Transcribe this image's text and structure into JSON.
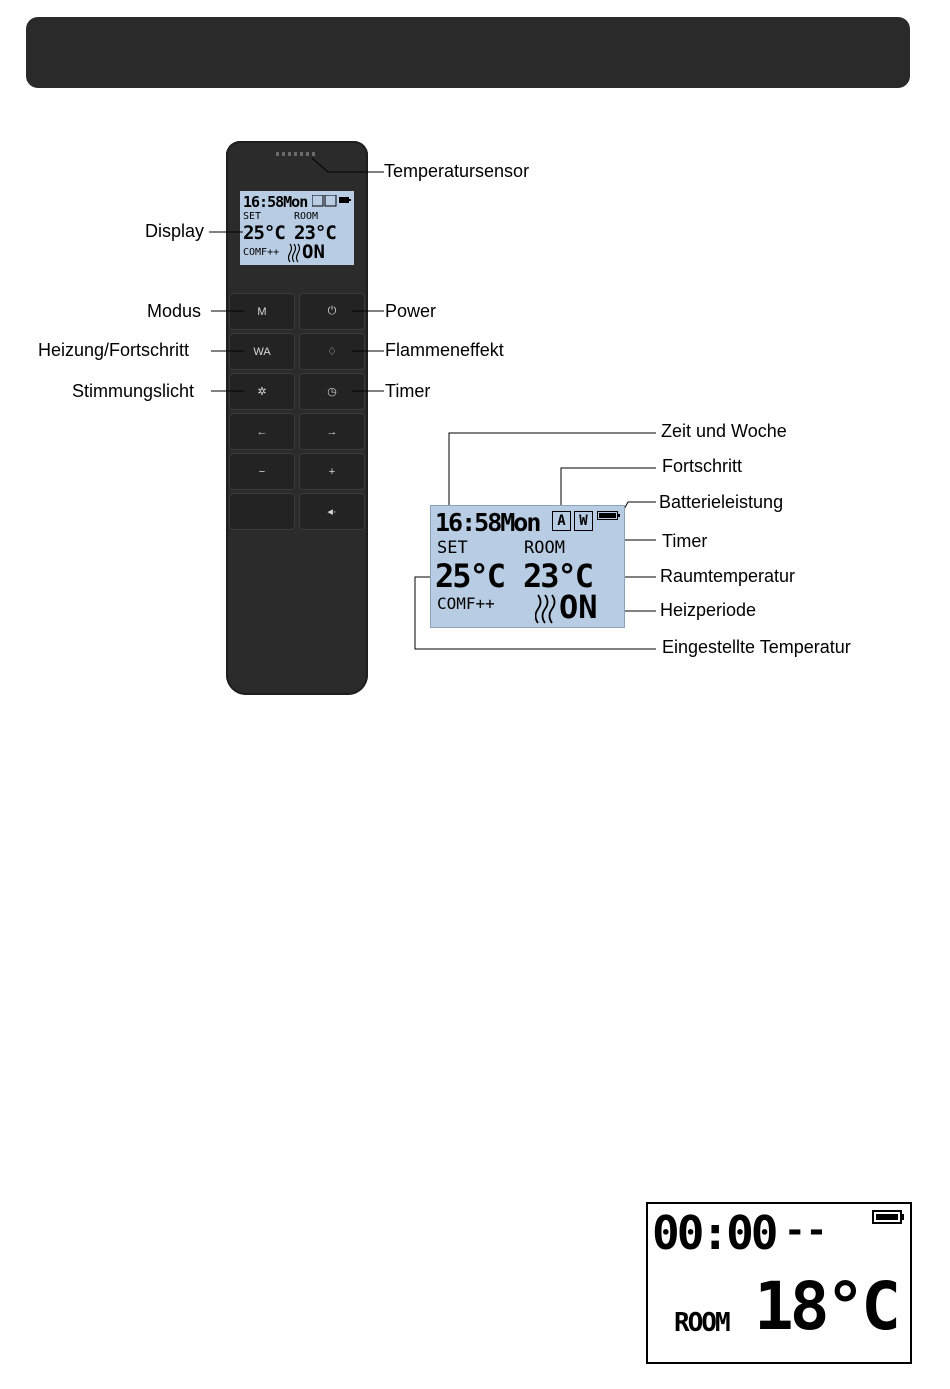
{
  "remote": {
    "display": {
      "time_day": "16:58Mon",
      "set_label": "SET",
      "room_label": "ROOM",
      "set_temp": "25°C",
      "room_temp": "23°C",
      "mode": "COMF++",
      "heat_state": "ON"
    },
    "buttons": {
      "mode": "M",
      "power": "⏻",
      "heat": "WA",
      "flame": "♢",
      "mood": "✲",
      "timer": "◷",
      "left": "←",
      "right": "→",
      "minus": "−",
      "plus": "+",
      "extra": "◂·"
    }
  },
  "labels": {
    "temperature_sensor": "Temperatursensor",
    "display": "Display",
    "modus": "Modus",
    "power": "Power",
    "heizung": "Heizung/Fortschritt",
    "flammeneffekt": "Flammeneffekt",
    "stimmungslicht": "Stimmungslicht",
    "timer": "Timer"
  },
  "detail": {
    "display": {
      "time_day": "16:58Mon",
      "set_label": "SET",
      "room_label": "ROOM",
      "set_temp": "25°C",
      "room_temp": "23°C",
      "mode": "COMF++",
      "heat_state": "ON",
      "progress_box": "A",
      "timer_box": "W"
    },
    "callouts": {
      "zeit_woche": "Zeit und Woche",
      "fortschritt": "Fortschritt",
      "batterie": "Batterieleistung",
      "timer": "Timer",
      "raumtemperatur": "Raumtemperatur",
      "heizperiode": "Heizperiode",
      "eingestellt": "Eingestellte Temperatur"
    }
  },
  "lcd_box": {
    "time": "00:00",
    "dash": "--",
    "room_label": "ROOM",
    "temp": "18°C"
  }
}
